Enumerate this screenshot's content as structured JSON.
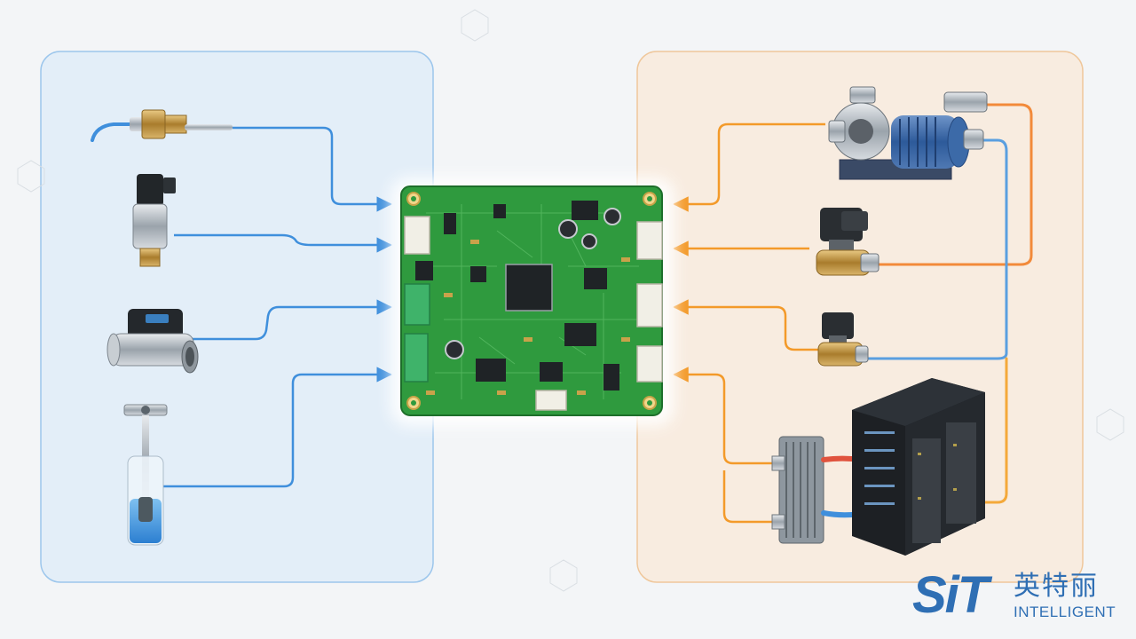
{
  "diagram": {
    "inputs": [
      {
        "icon": "temperature-sensor-icon"
      },
      {
        "icon": "pressure-transmitter-icon"
      },
      {
        "icon": "flow-sensor-icon"
      },
      {
        "icon": "liquid-level-sensor-icon"
      }
    ],
    "outputs": [
      {
        "icon": "water-pump-icon"
      },
      {
        "icon": "solenoid-valve-icon"
      },
      {
        "icon": "solenoid-valve-small-icon"
      },
      {
        "icon": "heat-exchanger-icon"
      },
      {
        "icon": "server-rack-icon"
      }
    ],
    "controller": {
      "icon": "control-board-icon"
    },
    "colors": {
      "input_panel": "#e3eef8",
      "input_line": "#3f8fdc",
      "output_panel": "#f8ece0",
      "output_line": "#f39a2a",
      "pcb": "#2f9a3e",
      "brand": "#2f6fb4"
    }
  },
  "logo": {
    "mark": "SiT",
    "cn": "英特丽",
    "en": "INTELLIGENT"
  }
}
